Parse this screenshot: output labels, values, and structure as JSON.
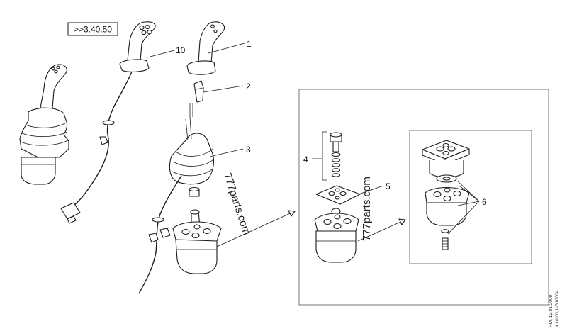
{
  "diagram": {
    "reference_box": ">>3.40.50",
    "callouts": {
      "c1": "1",
      "c2": "2",
      "c3": "3",
      "c4": "4",
      "c5": "5",
      "c6": "6",
      "c10": "10"
    },
    "watermarks": {
      "left": "777parts.com",
      "right": "777parts.com"
    },
    "drawing_code": {
      "line1": "HM, 12.01.2009",
      "line2": "4 10,00,1-G10004"
    }
  }
}
